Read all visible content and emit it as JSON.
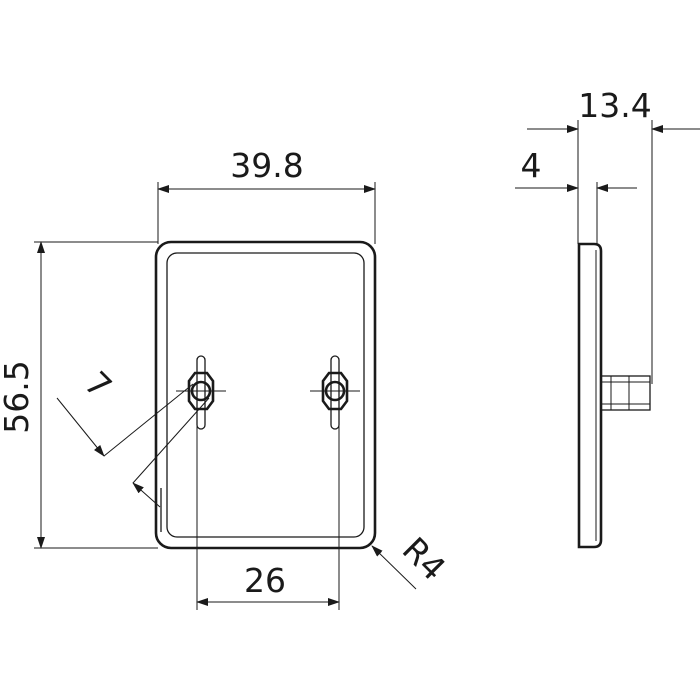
{
  "drawing": {
    "dimensions": {
      "width": "39.8",
      "height": "56.5",
      "hole_spacing": "26",
      "slot": "7",
      "radius": "R4",
      "depth_total": "13.4",
      "plate_thickness": "4"
    },
    "colors": {
      "line": "#1a1a1a",
      "background": "#ffffff"
    }
  }
}
